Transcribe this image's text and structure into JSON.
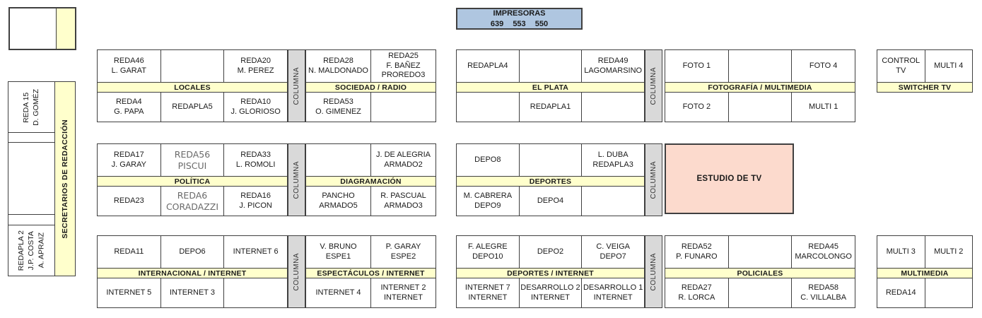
{
  "colors": {
    "header_yellow": "#FFFFCC",
    "columna_gray": "#D9D9D9",
    "impresoras_blue": "#AFC6E0",
    "estudio_pink": "#FCDACD",
    "border": "#404040"
  },
  "impresoras": {
    "title": "IMPRESORAS",
    "numbers": "639 553 550"
  },
  "columna_label": "COLUMNA",
  "estudio_tv": {
    "label": "ESTUDIO DE TV"
  },
  "left_panel": {
    "top_desk": "REDA 15\nD. GOMÉZ",
    "bottom_desk": "REDAPLA 2\nJ.P. COSTA\nA. APRAIZ",
    "secretarios_label": "SECRETARIOS DE REDACCIÓN"
  },
  "blocks": [
    {
      "id": "locales",
      "header": "LOCALES",
      "top": [
        "REDA46\nL. GARAT",
        "",
        "REDA20\nM. PEREZ"
      ],
      "bottom": [
        "REDA4\nG. PAPA",
        "REDAPLA5",
        "REDA10\nJ. GLORIOSO"
      ]
    },
    {
      "id": "sociedad",
      "header": "SOCIEDAD / RADIO",
      "top": [
        "REDA28\nN. MALDONADO",
        "REDA25\nF. BAÑEZ\nPROREDO3"
      ],
      "bottom": [
        "REDA53\nO. GIMENEZ",
        ""
      ]
    },
    {
      "id": "elplata",
      "header": "EL PLATA",
      "top": [
        "REDAPLA4",
        "",
        "REDA49\nLAGOMARSINO"
      ],
      "bottom": [
        "",
        "REDAPLA1",
        ""
      ]
    },
    {
      "id": "foto",
      "header": "FOTOGRAFÍA / MULTIMEDIA",
      "top": [
        "FOTO 1",
        "",
        "FOTO 4"
      ],
      "bottom": [
        "FOTO 2",
        "",
        "MULTI 1"
      ]
    },
    {
      "id": "switcher",
      "header": "SWITCHER TV",
      "top": [
        "CONTROL TV",
        "MULTI 4"
      ],
      "bottom": null
    },
    {
      "id": "politica",
      "header": "POLÍTICA",
      "top": [
        "REDA17\nJ. GARAY",
        {
          "text": "REDA56\nPISCUI",
          "style": "alt"
        },
        "REDA33\nL. ROMOLI"
      ],
      "bottom": [
        "REDA23",
        {
          "text": "REDA6\nCORADAZZI",
          "style": "alt"
        },
        "REDA16\nJ. PICON"
      ]
    },
    {
      "id": "diagramacion",
      "header": "DIAGRAMACIÓN",
      "top": [
        "",
        "J. DE ALEGRIA\nARMADO2"
      ],
      "bottom": [
        "PANCHO\nARMADO5",
        "R. PASCUAL\nARMADO3"
      ]
    },
    {
      "id": "deportes",
      "header": "DEPORTES",
      "top": [
        "DEPO8",
        "",
        "L. DUBA\nREDAPLA3"
      ],
      "bottom": [
        "M. CABRERA\nDEPO9",
        "DEPO4",
        ""
      ]
    },
    {
      "id": "internacional",
      "header": "INTERNACIONAL / INTERNET",
      "top": [
        "REDA11",
        "DEPO6",
        "INTERNET 6"
      ],
      "bottom": [
        "INTERNET 5",
        "INTERNET 3",
        ""
      ]
    },
    {
      "id": "espectaculos",
      "header": "ESPECTÁCULOS / INTERNET",
      "top": [
        "V. BRUNO\nESPE1",
        "P. GARAY\nESPE2"
      ],
      "bottom": [
        "INTERNET 4",
        "INTERNET 2\nINTERNET"
      ]
    },
    {
      "id": "deportes_internet",
      "header": "DEPORTES / INTERNET",
      "top": [
        "F. ALEGRE\nDEPO10",
        "DEPO2",
        "C. VEIGA\nDEPO7"
      ],
      "bottom": [
        "INTERNET 7\nINTERNET",
        "DESARROLLO 2\nINTERNET",
        "DESARROLLO 1\nINTERNET"
      ]
    },
    {
      "id": "policiales",
      "header": "POLICIALES",
      "top": [
        "REDA52\nP. FUNARO",
        "",
        "REDA45\nMARCOLONGO"
      ],
      "bottom": [
        "REDA27\nR. LORCA",
        "",
        "REDA58\nC. VILLALBA"
      ]
    },
    {
      "id": "multimedia",
      "header": "MULTIMEDIA",
      "top": [
        "MULTI 3",
        "MULTI 2"
      ],
      "bottom": [
        "REDA14",
        ""
      ]
    }
  ]
}
